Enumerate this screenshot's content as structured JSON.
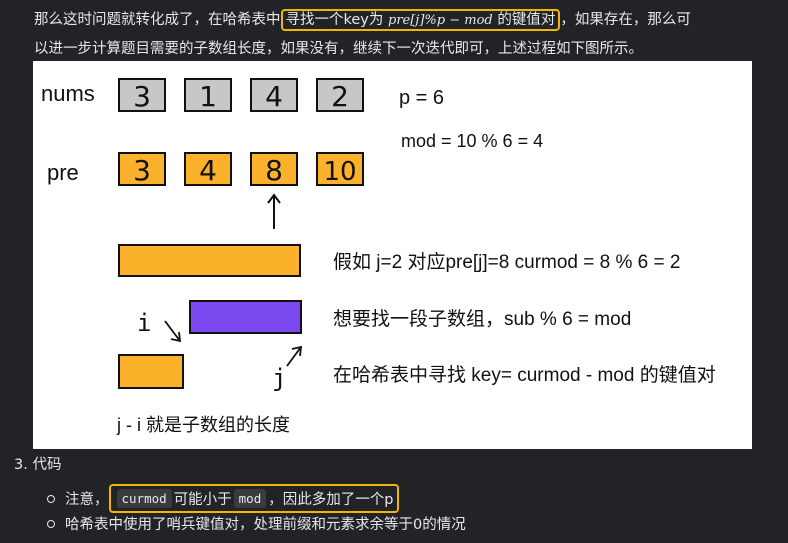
{
  "paragraph": {
    "part1": "那么这时问题就转化成了，在哈希表中",
    "hl_text": "寻找一个key为 ",
    "hl_math": "pre[j]%p − mod",
    "hl_tail": " 的键值对",
    "part2": "，如果存在，那么可",
    "line2": "以进一步计算题目需要的子数组长度，如果没有，继续下一次迭代即可，上述过程如下图所示。"
  },
  "figure": {
    "nums_label": "nums",
    "pre_label": "pre",
    "nums": [
      "3",
      "1",
      "4",
      "2"
    ],
    "pre": [
      "3",
      "4",
      "8",
      "10"
    ],
    "p_text": "p = 6",
    "mod_text": "mod = 10 % 6 = 4",
    "line_curmod": "假如 j=2 对应pre[j]=8  curmod = 8 % 6 = 2",
    "line_sub": "想要找一段子数组，sub % 6 = mod",
    "line_key": "在哈希表中寻找 key= curmod - mod 的键值对",
    "i_label": "i",
    "j_label": "j",
    "length_text": "j - i 就是子数组的长度",
    "colors": {
      "orange": "#fbb12a",
      "purple": "#7c48ef",
      "gray": "#c7c7c7"
    }
  },
  "section": {
    "number": "3.",
    "title": "代码"
  },
  "bullets": {
    "b1_prefix": "注意，",
    "b1_code1": "curmod",
    "b1_mid": "可能小于",
    "b1_code2": "mod",
    "b1_tail": "，因此多加了一个p",
    "b2": "哈希表中使用了哨兵键值对，处理前缀和元素求余等于0的情况"
  }
}
